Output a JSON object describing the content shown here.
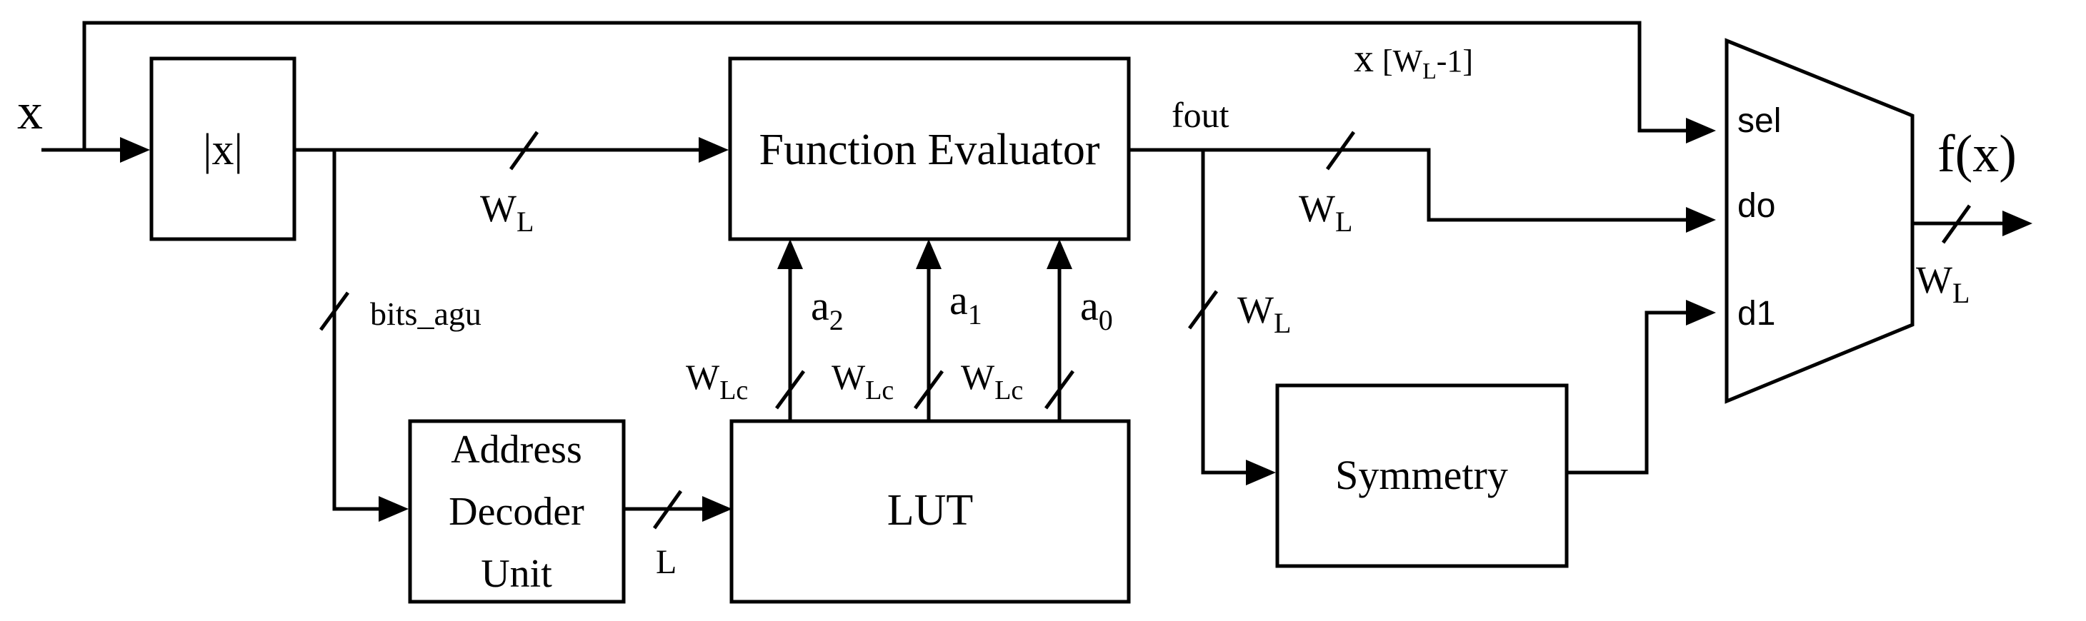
{
  "signals": {
    "input": "x",
    "output": "f(x)",
    "sign_bit_main": "x",
    "sign_bit_index": "[W",
    "sign_bit_sub": "L",
    "sign_bit_tail": "-1]",
    "fout": "fout",
    "bits_agu": "bits_agu",
    "a2_base": "a",
    "a2_sub": "2",
    "a1_base": "a",
    "a1_sub": "1",
    "a0_base": "a",
    "a0_sub": "0",
    "l": "L",
    "wl_base": "W",
    "wl_sub": "L",
    "wlc_base": "W",
    "wlc_sub": "Lc"
  },
  "blocks": {
    "abs": "|x|",
    "function_evaluator": "Function Evaluator",
    "address_decoder": [
      "Address",
      "Decoder",
      "Unit"
    ],
    "lut": "LUT",
    "symmetry": "Symmetry"
  },
  "mux": {
    "sel": "sel",
    "d0": "do",
    "d1": "d1"
  }
}
